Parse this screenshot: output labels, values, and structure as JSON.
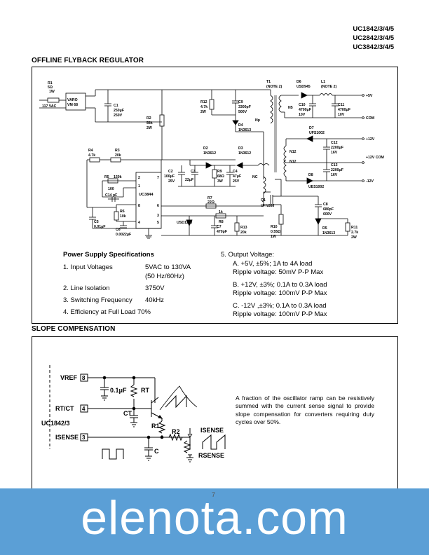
{
  "header": {
    "part_numbers": [
      "UC1842/3/4/5",
      "UC2842/3/4/5",
      "UC3842/3/4/5"
    ]
  },
  "section1": {
    "title": "OFFLINE FLYBACK REGULATOR",
    "specs_title": "Power Supply Specifications",
    "specs": [
      {
        "label": "1. Input Voltages",
        "value": "5VAC to 130VA",
        "value2": "(50 Hz/60Hz)"
      },
      {
        "label": "2. Line Isolation",
        "value": "3750V"
      },
      {
        "label": "3. Switching Frequency",
        "value": "40kHz"
      },
      {
        "label": "4. Efficiency at Full Load 70%"
      }
    ],
    "output": {
      "title": "5. Output Voltage:",
      "items": [
        {
          "line1": "A. +5V, ±5%; 1A to 4A load",
          "line2": "Ripple voltage: 50mV P-P Max"
        },
        {
          "line1": "B. +12V, ±3%; 0.1A to 0.3A load",
          "line2": "Ripple voltage: 100mV P-P Max"
        },
        {
          "line1": "C. -12V ,±3%; 0.1A to 0.3A load",
          "line2": "Ripple voltage: 100mV P-P Max"
        }
      ]
    },
    "schematic": {
      "r1": [
        "R1",
        "5Ω",
        "1W"
      ],
      "vin": "117 VAC",
      "bridge": [
        "VARO",
        "VM 68"
      ],
      "c1": [
        "C1",
        "250μF",
        "250V"
      ],
      "r2": [
        "R2",
        "56k",
        "2W"
      ],
      "r12": [
        "R12",
        "4.7k",
        "2W"
      ],
      "c9": [
        "C9",
        "3300pF",
        "500V"
      ],
      "d4": [
        "D4",
        "1N3613"
      ],
      "np": "Np",
      "t1": [
        "T1",
        "(NOTE 2)"
      ],
      "d6": [
        "D6",
        "USD945"
      ],
      "l1": [
        "L1",
        "(NOTE 2)"
      ],
      "c10": [
        "C10",
        "4700μF",
        "10V"
      ],
      "c11": [
        "C11",
        "4700μF",
        "10V"
      ],
      "n5": "N5",
      "out5": "+5V",
      "com": "COM",
      "d7": [
        "D7",
        "UFS1002"
      ],
      "out12": "+12V",
      "c12": [
        "C12",
        "2200μF",
        "16V"
      ],
      "c13": [
        "C13",
        "2200μF",
        "16V"
      ],
      "n12a": "N12",
      "n12b": "N12",
      "com12": "+12V COM",
      "outm12": "-12V",
      "d8": [
        "D8",
        "UES1002"
      ],
      "r4": [
        "R4",
        "4.7k"
      ],
      "r3": [
        "R3",
        "20k"
      ],
      "r5": [
        "R5",
        "150k",
        "100"
      ],
      "c14": "C14 pF",
      "r6": [
        "R6",
        "10k"
      ],
      "c5": [
        "C5",
        "0.01μF"
      ],
      "c6": [
        "C6",
        "0.0022μF"
      ],
      "ic": "UC3844",
      "pins": [
        "2",
        "1",
        "8",
        "4",
        "7",
        "6",
        "3",
        "5"
      ],
      "d2": [
        "D2",
        "1N3612"
      ],
      "d3": [
        "D3",
        "1N3612"
      ],
      "c2": [
        "C2",
        "100μF",
        "25V"
      ],
      "c3": [
        "C3",
        "22μF"
      ],
      "r9": [
        "R9",
        "68Ω",
        "3W"
      ],
      "c4": [
        "C4",
        "47μF",
        "25V"
      ],
      "nc": "NC",
      "r7": [
        "R7",
        "22Ω"
      ],
      "r8": [
        "R8",
        "1k"
      ],
      "d9": "USD1120",
      "c7": [
        "C7",
        "470pF"
      ],
      "r13": [
        "R13",
        "20k"
      ],
      "q1": [
        "Q1",
        "UFN833"
      ],
      "r10": [
        "R10",
        "0.55Ω",
        "1W"
      ],
      "c8": [
        "C8",
        "680pF",
        "600V"
      ],
      "d5": [
        "D5",
        "1N3613"
      ],
      "r11": [
        "R11",
        "2.7k",
        "2W"
      ]
    }
  },
  "section2": {
    "title": "SLOPE COMPENSATION",
    "vref": "VREF",
    "rtct": "RT/CT",
    "chip": "UC1842/3",
    "isense": "ISENSE",
    "pin8": "8",
    "pin4": "4",
    "pin3": "3",
    "cap": "0.1μF",
    "rt": "RT",
    "ct": "CT",
    "r1": "R1",
    "r2": "R2",
    "isense_label": "ISENSE",
    "c": "C",
    "rsense": "RSENSE",
    "description": "A fraction of the oscillator ramp can be resistively summed with the current sense signal to provide slope compensation for converters requiring duty cycles over 50%."
  },
  "footer": {
    "page_number": "7",
    "watermark": "elenota.com"
  }
}
